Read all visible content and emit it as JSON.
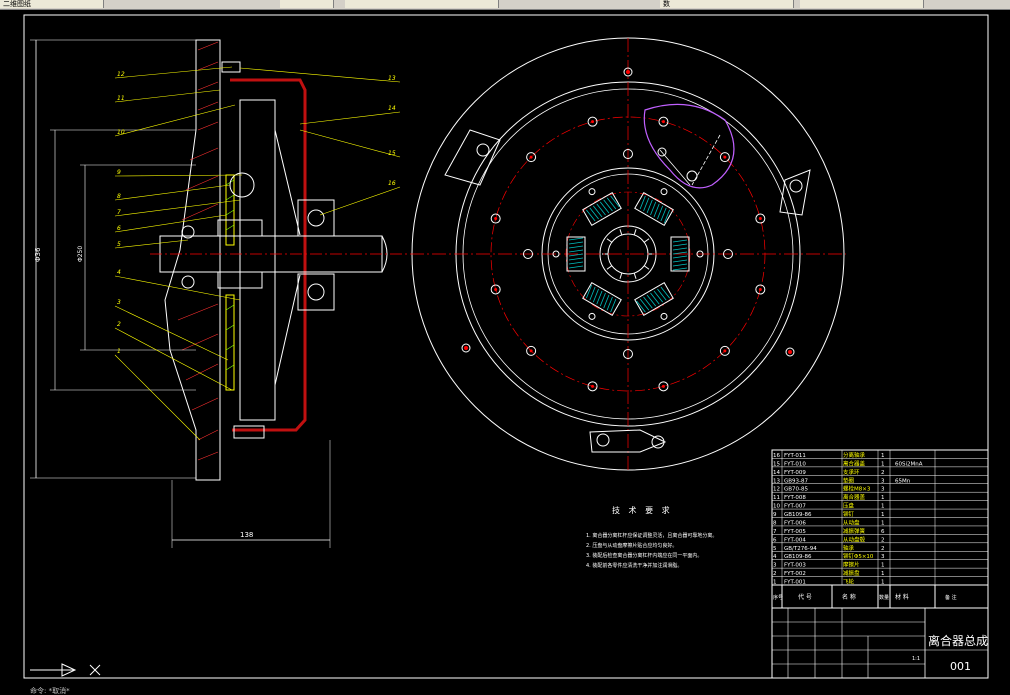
{
  "toolbar": {
    "tabs": [
      {
        "label": "二维图纸"
      },
      {
        "label": ""
      },
      {
        "label": ""
      },
      {
        "label": "数"
      },
      {
        "label": ""
      }
    ]
  },
  "colors": {
    "background": "#000000",
    "linework": "#ffffff",
    "leader": "#ffff00",
    "centerline": "#ff0000",
    "hatch_face": "#7fff00",
    "pressure_plate": "#c01010",
    "highlight_curve": "#c060ff",
    "spring": "#00c0c0"
  },
  "section_view": {
    "leader_numbers_left": [
      "12",
      "11",
      "10",
      "9",
      "8",
      "7",
      "6",
      "5",
      "4",
      "3",
      "2",
      "1"
    ],
    "leader_numbers_right": [
      "13",
      "14",
      "15",
      "16"
    ],
    "dimension_overall": "Φ36",
    "dimension_inner": "Φ250",
    "dimension_bottom": "138"
  },
  "tech_requirements": {
    "title": "技 术 要 求",
    "items": [
      "1. 离合器分离杠杆应保证调整灵活，且离合器可靠地分离。",
      "2. 压盘与从动盘摩擦片贴合应均匀良好。",
      "3. 装配后检查离合器分离杠杆内端应在同一平面内。",
      "4. 装配前各零件应清洗干净并加注润滑脂。"
    ]
  },
  "parts_list": {
    "rows": [
      {
        "no": "16",
        "code": "FYT-011",
        "name": "分离轴承",
        "qty": "1",
        "material": "",
        "note": ""
      },
      {
        "no": "15",
        "code": "FYT-010",
        "name": "离合器盖",
        "qty": "1",
        "material": "60Si2MnA",
        "note": ""
      },
      {
        "no": "14",
        "code": "FYT-009",
        "name": "支承环",
        "qty": "2",
        "material": "",
        "note": ""
      },
      {
        "no": "13",
        "code": "GB93-87",
        "name": "垫圈",
        "qty": "3",
        "material": "65Mn",
        "note": ""
      },
      {
        "no": "12",
        "code": "GB70-85",
        "name": "螺栓M8×3",
        "qty": "3",
        "material": "",
        "note": ""
      },
      {
        "no": "11",
        "code": "FYT-008",
        "name": "离合器盖",
        "qty": "1",
        "material": "",
        "note": ""
      },
      {
        "no": "10",
        "code": "FYT-007",
        "name": "压盘",
        "qty": "1",
        "material": "",
        "note": ""
      },
      {
        "no": "9",
        "code": "GB109-86",
        "name": "铆钉",
        "qty": "1",
        "material": "",
        "note": ""
      },
      {
        "no": "8",
        "code": "FYT-006",
        "name": "从动盘",
        "qty": "1",
        "material": "",
        "note": ""
      },
      {
        "no": "7",
        "code": "FYT-005",
        "name": "减振弹簧",
        "qty": "6",
        "material": "",
        "note": ""
      },
      {
        "no": "6",
        "code": "FYT-004",
        "name": "从动盘毂",
        "qty": "2",
        "material": "",
        "note": ""
      },
      {
        "no": "5",
        "code": "GB/T276-94",
        "name": "轴承",
        "qty": "2",
        "material": "",
        "note": ""
      },
      {
        "no": "4",
        "code": "GB109-86",
        "name": "铆钉Φ5×10",
        "qty": "3",
        "material": "",
        "note": ""
      },
      {
        "no": "3",
        "code": "FYT-003",
        "name": "摩擦片",
        "qty": "1",
        "material": "",
        "note": ""
      },
      {
        "no": "2",
        "code": "FYT-002",
        "name": "减振盘",
        "qty": "1",
        "material": "",
        "note": ""
      },
      {
        "no": "1",
        "code": "FYT-001",
        "name": "飞轮",
        "qty": "1",
        "material": "",
        "note": ""
      }
    ],
    "header": {
      "no": "序号",
      "code": "代 号",
      "name": "名 称",
      "qty": "数量",
      "material": "材 料",
      "note": "备 注"
    }
  },
  "title_block": {
    "drawing_title": "离合器总成",
    "drawing_number": "001",
    "scale": "1:1"
  },
  "command_line": {
    "text": "命令: *取消*"
  }
}
